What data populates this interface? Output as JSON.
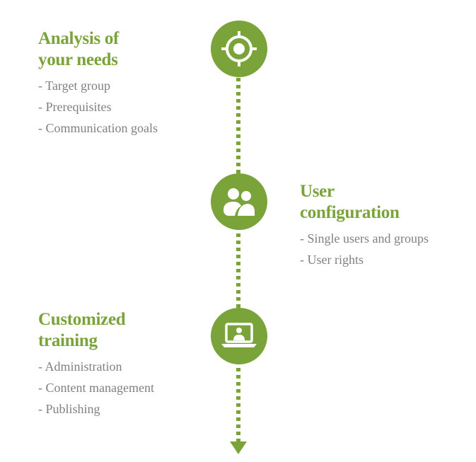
{
  "colors": {
    "accent": "#7aa33a",
    "text": "#808080",
    "background": "#ffffff"
  },
  "steps": [
    {
      "title_line1": "Analysis of",
      "title_line2": "your needs",
      "icon": "target-icon",
      "items": [
        "- Target group",
        "- Prerequisites",
        "- Communication goals"
      ]
    },
    {
      "title_line1": "User",
      "title_line2": "configuration",
      "icon": "users-icon",
      "items": [
        "- Single users and groups",
        "- User rights"
      ]
    },
    {
      "title_line1": "Customized",
      "title_line2": "training",
      "icon": "laptop-user-icon",
      "items": [
        "- Administration",
        "- Content management",
        "- Publishing"
      ]
    }
  ]
}
